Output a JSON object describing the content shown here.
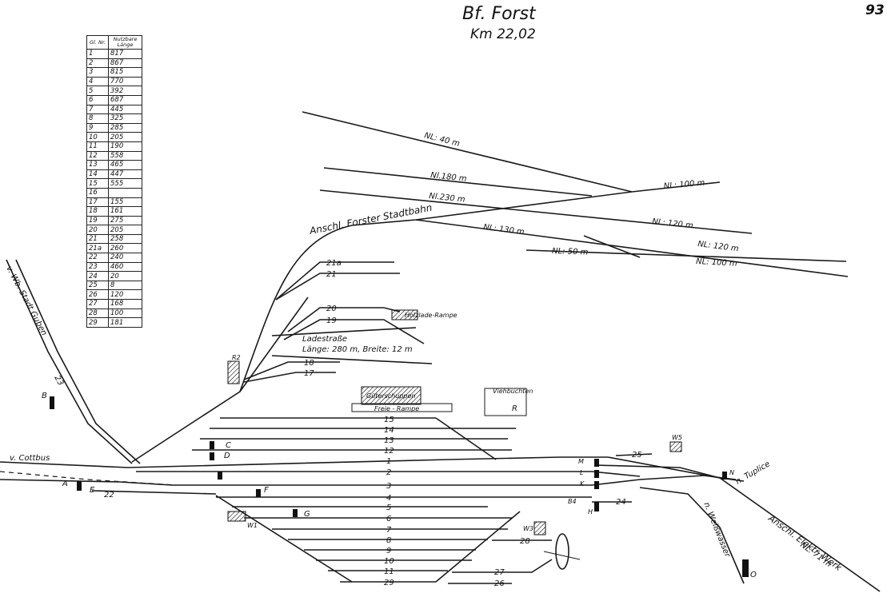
{
  "header": {
    "title": "Bf. Forst",
    "subtitle": "Km 22,02",
    "page_number": "93"
  },
  "table": {
    "headers": [
      "Gl. Nr.",
      "Nutzbare Länge"
    ],
    "rows": [
      [
        "1",
        "817"
      ],
      [
        "2",
        "867"
      ],
      [
        "3",
        "815"
      ],
      [
        "4",
        "770"
      ],
      [
        "5",
        "392"
      ],
      [
        "6",
        "687"
      ],
      [
        "7",
        "445"
      ],
      [
        "8",
        "325"
      ],
      [
        "9",
        "285"
      ],
      [
        "10",
        "205"
      ],
      [
        "11",
        "190"
      ],
      [
        "12",
        "558"
      ],
      [
        "13",
        "465"
      ],
      [
        "14",
        "447"
      ],
      [
        "15",
        "555"
      ],
      [
        "16",
        ""
      ],
      [
        "17",
        "155"
      ],
      [
        "18",
        "161"
      ],
      [
        "19",
        "275"
      ],
      [
        "20",
        "205"
      ],
      [
        "21",
        "258"
      ],
      [
        "21a",
        "260"
      ],
      [
        "22",
        "240"
      ],
      [
        "23",
        "460"
      ],
      [
        "24",
        "20"
      ],
      [
        "25",
        "8"
      ],
      [
        "26",
        "120"
      ],
      [
        "27",
        "168"
      ],
      [
        "28",
        "100"
      ],
      [
        "29",
        "181"
      ]
    ]
  },
  "labels": {
    "from_cottbus": "v. Cottbus",
    "from_guben": "v. Wb. Stadt Guben",
    "stadtbahn": "Anschl. Forster Stadtbahn",
    "elektr_werk": "Anschl. Elektr. Werk",
    "n_tuplice": "n. Tuplice",
    "n_weisswasser": "n. Weißwasser",
    "ladestrasse": "Ladestraße",
    "ladestrasse_dims": "Länge: 280 m, Breite: 12 m",
    "gueterschuppen": "Güterschuppen",
    "freie_rampe": "Freie - Rampe",
    "viehbuchten": "Viehbuchten",
    "holzlade": "Holzlade-Rampe",
    "nl_40": "NL: 40 m",
    "nl_180": "Nl.180 m",
    "nl_230": "Nl.230 m",
    "nl_100a": "NL: 100 m",
    "nl_120a": "NL: 120 m",
    "nl_130": "NL: 130 m",
    "nl_120b": "NL: 120 m",
    "nl_50": "NL: 50 m",
    "nl_100b": "NL: 100 m",
    "nl_71": "NL: 71 m"
  },
  "tracks": [
    "15",
    "14",
    "13",
    "12",
    "1",
    "2",
    "3",
    "4",
    "5",
    "6",
    "7",
    "8",
    "9",
    "10",
    "11",
    "29"
  ],
  "side_tracks": [
    "21a",
    "21",
    "20",
    "19",
    "18",
    "17",
    "22",
    "23",
    "24",
    "25",
    "26",
    "27",
    "28"
  ],
  "signals": [
    "A",
    "B",
    "C",
    "D",
    "E",
    "F",
    "G",
    "H",
    "K",
    "L",
    "M",
    "N",
    "O",
    "R",
    "R2",
    "W1",
    "W3",
    "W5",
    "B4"
  ]
}
